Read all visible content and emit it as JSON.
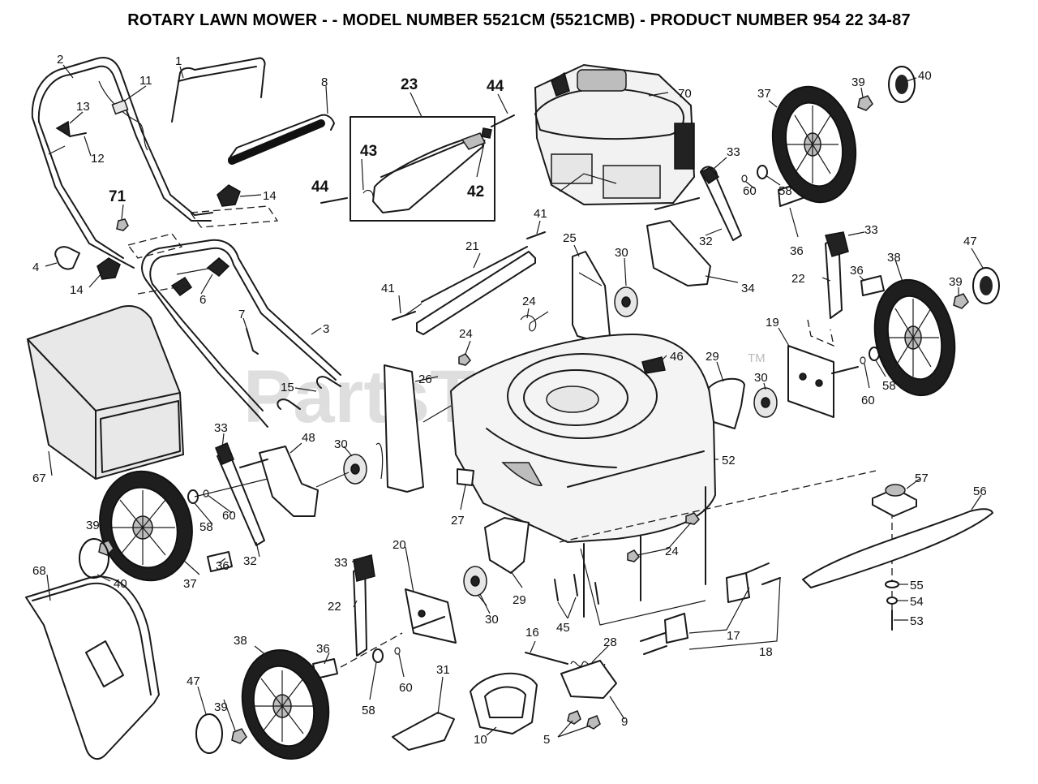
{
  "title": "ROTARY LAWN MOWER - - MODEL NUMBER 5521CM (5521CMB) - PRODUCT NUMBER 954 22 34-87",
  "watermark": {
    "text": "PartsTree",
    "tm": "TM"
  },
  "callouts": [
    {
      "id": "c-1",
      "text": "1"
    },
    {
      "id": "c-2",
      "text": "2"
    },
    {
      "id": "c-3",
      "text": "3"
    },
    {
      "id": "c-4",
      "text": "4"
    },
    {
      "id": "c-5",
      "text": "5"
    },
    {
      "id": "c-6",
      "text": "6"
    },
    {
      "id": "c-7",
      "text": "7"
    },
    {
      "id": "c-8",
      "text": "8"
    },
    {
      "id": "c-9",
      "text": "9"
    },
    {
      "id": "c-10",
      "text": "10"
    },
    {
      "id": "c-11",
      "text": "11"
    },
    {
      "id": "c-12",
      "text": "12"
    },
    {
      "id": "c-13",
      "text": "13"
    },
    {
      "id": "c-14a",
      "text": "14"
    },
    {
      "id": "c-14b",
      "text": "14"
    },
    {
      "id": "c-15",
      "text": "15"
    },
    {
      "id": "c-16",
      "text": "16"
    },
    {
      "id": "c-17",
      "text": "17"
    },
    {
      "id": "c-18",
      "text": "18"
    },
    {
      "id": "c-19",
      "text": "19"
    },
    {
      "id": "c-20",
      "text": "20"
    },
    {
      "id": "c-21",
      "text": "21"
    },
    {
      "id": "c-22a",
      "text": "22"
    },
    {
      "id": "c-22b",
      "text": "22"
    },
    {
      "id": "c-23",
      "text": "23"
    },
    {
      "id": "c-24a",
      "text": "24"
    },
    {
      "id": "c-24b",
      "text": "24"
    },
    {
      "id": "c-24c",
      "text": "24"
    },
    {
      "id": "c-25",
      "text": "25"
    },
    {
      "id": "c-26",
      "text": "26"
    },
    {
      "id": "c-27",
      "text": "27"
    },
    {
      "id": "c-28",
      "text": "28"
    },
    {
      "id": "c-29a",
      "text": "29"
    },
    {
      "id": "c-29b",
      "text": "29"
    },
    {
      "id": "c-30a",
      "text": "30"
    },
    {
      "id": "c-30b",
      "text": "30"
    },
    {
      "id": "c-30c",
      "text": "30"
    },
    {
      "id": "c-30d",
      "text": "30"
    },
    {
      "id": "c-31",
      "text": "31"
    },
    {
      "id": "c-32a",
      "text": "32"
    },
    {
      "id": "c-32b",
      "text": "32"
    },
    {
      "id": "c-33a",
      "text": "33"
    },
    {
      "id": "c-33b",
      "text": "33"
    },
    {
      "id": "c-33c",
      "text": "33"
    },
    {
      "id": "c-33d",
      "text": "33"
    },
    {
      "id": "c-34",
      "text": "34"
    },
    {
      "id": "c-36a",
      "text": "36"
    },
    {
      "id": "c-36b",
      "text": "36"
    },
    {
      "id": "c-36c",
      "text": "36"
    },
    {
      "id": "c-36d",
      "text": "36"
    },
    {
      "id": "c-37a",
      "text": "37"
    },
    {
      "id": "c-37b",
      "text": "37"
    },
    {
      "id": "c-38a",
      "text": "38"
    },
    {
      "id": "c-38b",
      "text": "38"
    },
    {
      "id": "c-39a",
      "text": "39"
    },
    {
      "id": "c-39b",
      "text": "39"
    },
    {
      "id": "c-39c",
      "text": "39"
    },
    {
      "id": "c-39d",
      "text": "39"
    },
    {
      "id": "c-40a",
      "text": "40"
    },
    {
      "id": "c-40b",
      "text": "40"
    },
    {
      "id": "c-41a",
      "text": "41"
    },
    {
      "id": "c-41b",
      "text": "41"
    },
    {
      "id": "c-42",
      "text": "42"
    },
    {
      "id": "c-43",
      "text": "43"
    },
    {
      "id": "c-44a",
      "text": "44"
    },
    {
      "id": "c-44b",
      "text": "44"
    },
    {
      "id": "c-45",
      "text": "45"
    },
    {
      "id": "c-46",
      "text": "46"
    },
    {
      "id": "c-47a",
      "text": "47"
    },
    {
      "id": "c-47b",
      "text": "47"
    },
    {
      "id": "c-48",
      "text": "48"
    },
    {
      "id": "c-52",
      "text": "52"
    },
    {
      "id": "c-53",
      "text": "53"
    },
    {
      "id": "c-54",
      "text": "54"
    },
    {
      "id": "c-55",
      "text": "55"
    },
    {
      "id": "c-56",
      "text": "56"
    },
    {
      "id": "c-57",
      "text": "57"
    },
    {
      "id": "c-58a",
      "text": "58"
    },
    {
      "id": "c-58b",
      "text": "58"
    },
    {
      "id": "c-58c",
      "text": "58"
    },
    {
      "id": "c-58d",
      "text": "58"
    },
    {
      "id": "c-60a",
      "text": "60"
    },
    {
      "id": "c-60b",
      "text": "60"
    },
    {
      "id": "c-60c",
      "text": "60"
    },
    {
      "id": "c-60d",
      "text": "60"
    },
    {
      "id": "c-67",
      "text": "67"
    },
    {
      "id": "c-68",
      "text": "68"
    },
    {
      "id": "c-70",
      "text": "70"
    },
    {
      "id": "c-71",
      "text": "71"
    }
  ]
}
